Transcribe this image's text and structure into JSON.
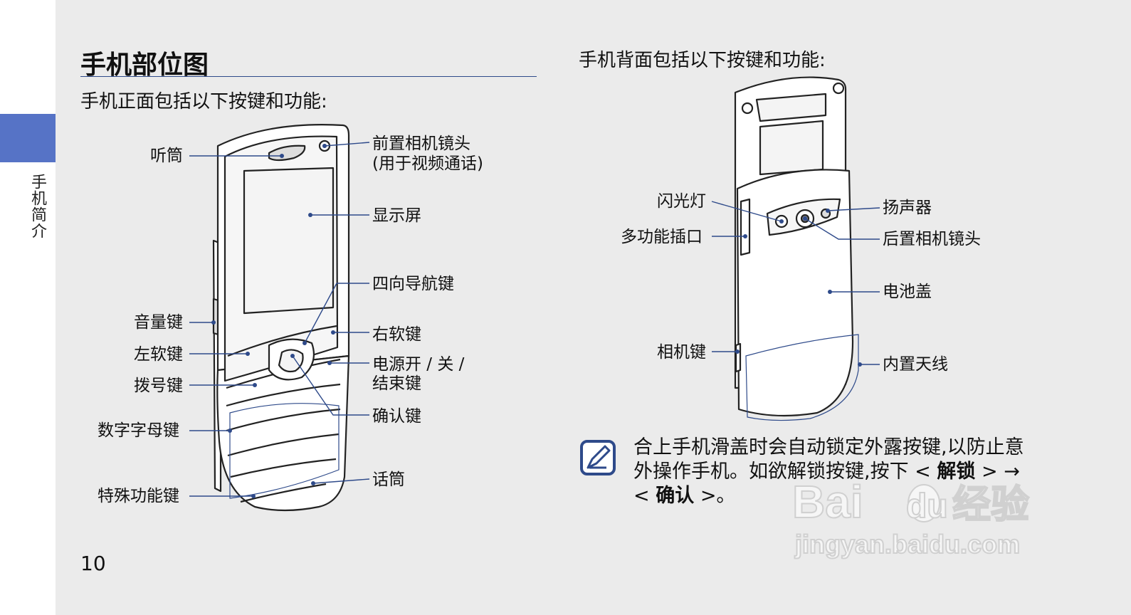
{
  "sidebar": {
    "label": "手机简介"
  },
  "section": {
    "title": "手机部位图"
  },
  "front": {
    "intro": "手机正面包括以下按键和功能:",
    "labels": {
      "earpiece": "听筒",
      "front_camera_line1": "前置相机镜头",
      "front_camera_line2": "(用于视频通话)",
      "display": "显示屏",
      "nav_key": "四向导航键",
      "volume_key": "音量键",
      "right_soft_key": "右软键",
      "left_soft_key": "左软键",
      "power_key_line1": "电源开 / 关 /",
      "power_key_line2": "结束键",
      "dial_key": "拨号键",
      "confirm_key": "确认键",
      "alphanumeric_keys": "数字字母键",
      "microphone": "话筒",
      "special_keys": "特殊功能键"
    }
  },
  "back": {
    "intro": "手机背面包括以下按键和功能:",
    "labels": {
      "flash": "闪光灯",
      "speaker": "扬声器",
      "multi_port": "多功能插口",
      "rear_camera": "后置相机镜头",
      "battery_cover": "电池盖",
      "camera_key": "相机键",
      "antenna": "内置天线"
    }
  },
  "note": {
    "text_1": "合上手机滑盖时会自动锁定外露按键,以防止意外操作手机。如欲解锁按键,按下 <",
    "unlock": "解锁",
    "text_2": "> → <",
    "confirm": "确认",
    "text_3": ">。"
  },
  "watermark": {
    "line1": "Bai",
    "line1b": "du",
    "line1c": "经验",
    "line2": "jingyan.baidu.com"
  },
  "page_number": "10",
  "colors": {
    "accent": "#5673c6",
    "leader": "#2e4a8a",
    "page_bg": "#ebebeb"
  }
}
